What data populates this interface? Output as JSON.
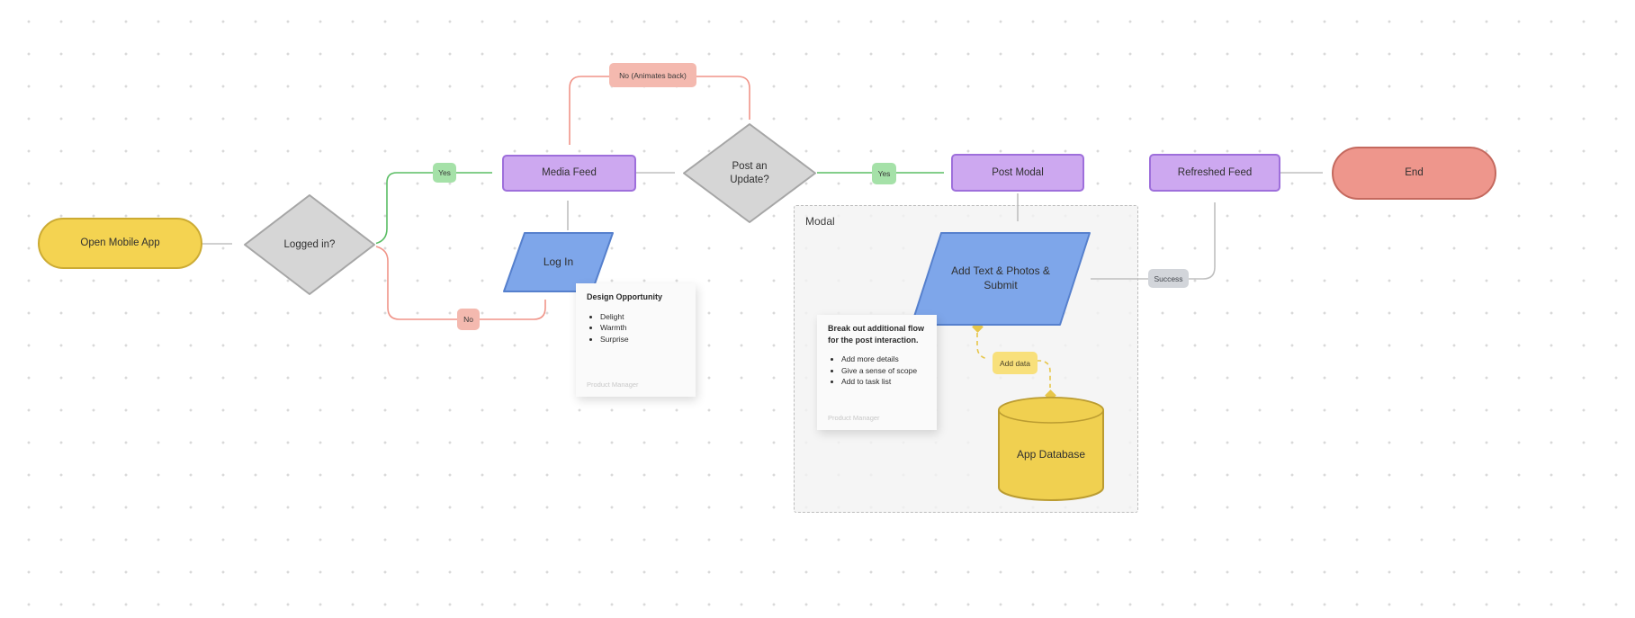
{
  "colors": {
    "yellow-fill": "#f4d351",
    "yellow-border": "#ccab33",
    "gray-fill": "#d6d6d6",
    "gray-border": "#a6a6a6",
    "purple-fill": "#cda8f0",
    "purple-border": "#9e6fdb",
    "blue-fill": "#7ea6ea",
    "blue-border": "#5680cd",
    "red-fill": "#ee968c",
    "red-border": "#c4695e",
    "db-fill": "#f0d050",
    "db-border": "#bb9c31",
    "edge-gray": "#c0c0c0",
    "edge-green": "#5abd64",
    "edge-red": "#f09488",
    "edge-yellow": "#e7c64a",
    "label-green-bg": "#a5e1a8",
    "label-red-bg": "#f4b9af",
    "label-gray-bg": "#d2d5da",
    "label-yellow-bg": "#f8e07b",
    "note-bg": "#fafafa",
    "dot": "#d9d9d9"
  },
  "nodes": {
    "open_mobile_app": {
      "label": "Open Mobile App"
    },
    "logged_in": {
      "label": "Logged in?"
    },
    "media_feed": {
      "label": "Media Feed"
    },
    "log_in": {
      "label": "Log In"
    },
    "post_an_update": {
      "label": "Post an Update?"
    },
    "post_modal": {
      "label": "Post Modal"
    },
    "modal_group": {
      "label": "Modal"
    },
    "add_text_photos_submit": {
      "label": "Add Text & Photos & Submit"
    },
    "app_database": {
      "label": "App Database"
    },
    "refreshed_feed": {
      "label": "Refreshed Feed"
    },
    "end": {
      "label": "End"
    }
  },
  "edge_labels": {
    "yes_to_media_feed": "Yes",
    "no_to_log_in": "No",
    "no_animates_back": "No (Animates back)",
    "yes_to_post_modal": "Yes",
    "success": "Success",
    "add_data": "Add data"
  },
  "notes": {
    "design_opportunity": {
      "title": "Design Opportunity",
      "bullets": [
        "Delight",
        "Warmth",
        "Surprise"
      ],
      "author": "Product Manager"
    },
    "break_out": {
      "title": "Break out additional flow for the post interaction.",
      "bullets": [
        "Add more details",
        "Give a sense of scope",
        "Add to task list"
      ],
      "author": "Product Manager"
    }
  }
}
